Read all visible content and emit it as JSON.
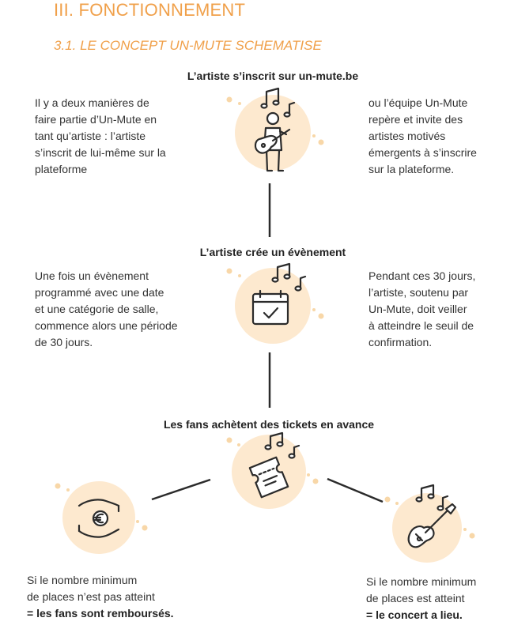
{
  "headings": {
    "section": "III. FONCTIONNEMENT",
    "subsection": "3.1. LE CONCEPT UN-MUTE SCHEMATISE"
  },
  "steps": [
    {
      "title": "L’artiste s’inscrit sur un-mute.be",
      "left_text": "Il y a deux manières de\nfaire partie d’Un-Mute en\ntant qu’artiste : l’artiste\ns’inscrit de lui-même sur la\nplateforme",
      "right_text": "ou l’équipe Un-Mute\nrepère et invite des\nartistes motivés\némergents à s’inscrire\nsur la plateforme.",
      "icon": "guitarist-icon"
    },
    {
      "title": "L’artiste crée un évènement",
      "left_text": "Une fois un évènement\nprogrammé avec une date\net une catégorie de salle,\ncommence alors une période\nde 30 jours.",
      "right_text": "Pendant ces 30 jours,\nl’artiste, soutenu par\nUn-Mute, doit veiller\nà atteindre le seuil de\nconfirmation.",
      "icon": "calendar-check-icon"
    },
    {
      "title": "Les fans achètent des tickets en avance",
      "icon": "ticket-icon"
    }
  ],
  "outcomes": [
    {
      "line1": "Si le nombre minimum",
      "line2": "de places n’est pas atteint",
      "result": "= les fans sont remboursés.",
      "icon": "refund-hands-euro-icon"
    },
    {
      "line1": "Si le nombre minimum",
      "line2": "de places est atteint",
      "result": "= le concert a lieu.",
      "icon": "electric-guitar-icon"
    }
  ],
  "colors": {
    "accent": "#f0a04a",
    "circle": "#fde9cf",
    "dot": "#f8d7a8",
    "line": "#2b2b2b"
  }
}
